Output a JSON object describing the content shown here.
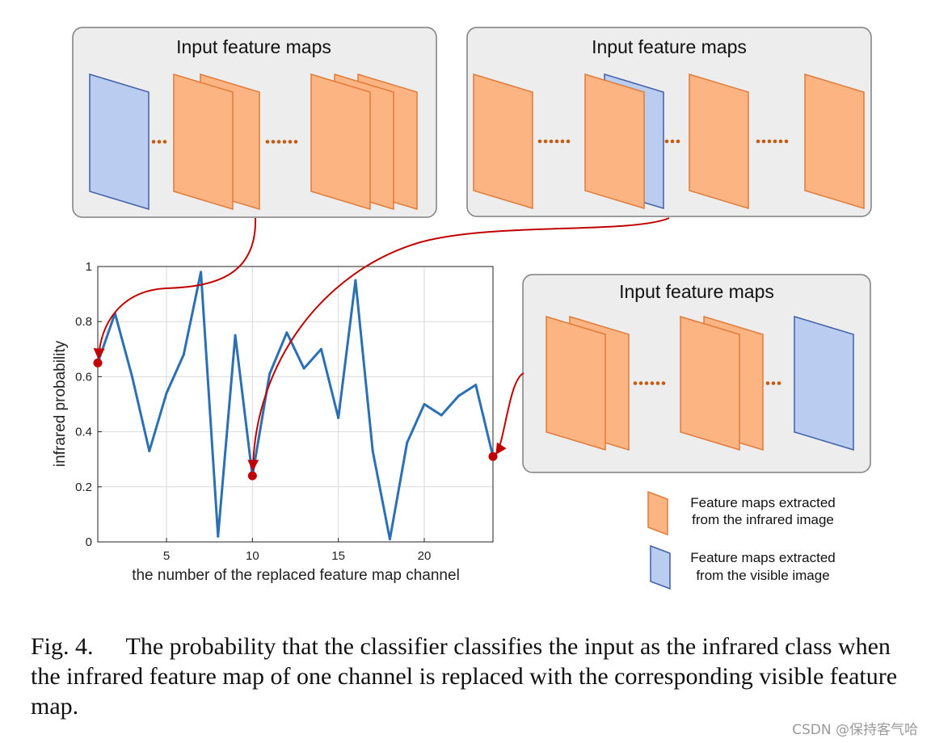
{
  "panels": [
    {
      "title": "Input feature maps",
      "stacks": [
        {
          "kind": "visible",
          "layers": 1
        },
        {
          "dots": 3
        },
        {
          "kind": "infrared",
          "layers": 2
        },
        {
          "dots": 6
        },
        {
          "kind": "infrared",
          "layers": 3
        }
      ]
    },
    {
      "title": "Input feature maps",
      "stacks": [
        {
          "kind": "infrared",
          "layers": 1
        },
        {
          "dots": 6
        },
        {
          "kind": "infrared",
          "layers": 1,
          "behind": "visible"
        },
        {
          "dots": 3
        },
        {
          "kind": "infrared",
          "layers": 1
        },
        {
          "dots": 6
        },
        {
          "kind": "infrared",
          "layers": 1
        }
      ]
    },
    {
      "title": "Input feature maps",
      "stacks": [
        {
          "kind": "infrared",
          "layers": 2
        },
        {
          "dots": 6
        },
        {
          "kind": "infrared",
          "layers": 2
        },
        {
          "dots": 3
        },
        {
          "kind": "visible",
          "layers": 1
        }
      ]
    }
  ],
  "legend": [
    {
      "kind": "infrared",
      "line1": "Feature maps extracted",
      "line2": "from the infrared image"
    },
    {
      "kind": "visible",
      "line1": "Feature maps extracted",
      "line2": "from the visible image"
    }
  ],
  "colors": {
    "infrared_fill": "#FDB483",
    "infrared_stroke": "#E07B39",
    "visible_fill": "#BACCEF",
    "visible_stroke": "#3F5FA8",
    "line": "#2B6FB4",
    "arrow": "#C00000",
    "dots": "#C55A11",
    "panel_fill": "#EDEDED",
    "panel_stroke": "#7F7F7F"
  },
  "chart_data": {
    "type": "line",
    "xlabel": "the number of the replaced feature map channel",
    "ylabel": "infrared probability",
    "xlim": [
      1,
      24
    ],
    "ylim": [
      0,
      1
    ],
    "xticks": [
      5,
      10,
      15,
      20
    ],
    "yticks": [
      0,
      0.2,
      0.4,
      0.6,
      0.8,
      1
    ],
    "grid": true,
    "x": [
      1,
      2,
      3,
      4,
      5,
      6,
      7,
      8,
      9,
      10,
      11,
      12,
      13,
      14,
      15,
      16,
      17,
      18,
      19,
      20,
      21,
      22,
      23,
      24
    ],
    "y": [
      0.65,
      0.83,
      0.6,
      0.33,
      0.54,
      0.68,
      0.98,
      0.02,
      0.75,
      0.24,
      0.61,
      0.76,
      0.63,
      0.7,
      0.45,
      0.95,
      0.33,
      0.01,
      0.36,
      0.5,
      0.46,
      0.53,
      0.57,
      0.31
    ],
    "highlighted_points": [
      {
        "x": 1,
        "y": 0.65
      },
      {
        "x": 10,
        "y": 0.24
      },
      {
        "x": 24,
        "y": 0.31
      }
    ]
  },
  "caption": {
    "label": "Fig. 4.",
    "text": "The probability that the classifier classifies the input as the infrared class when the infrared feature map of one channel is replaced with the corresponding visible feature map."
  },
  "watermark": "CSDN @保持客气哈"
}
